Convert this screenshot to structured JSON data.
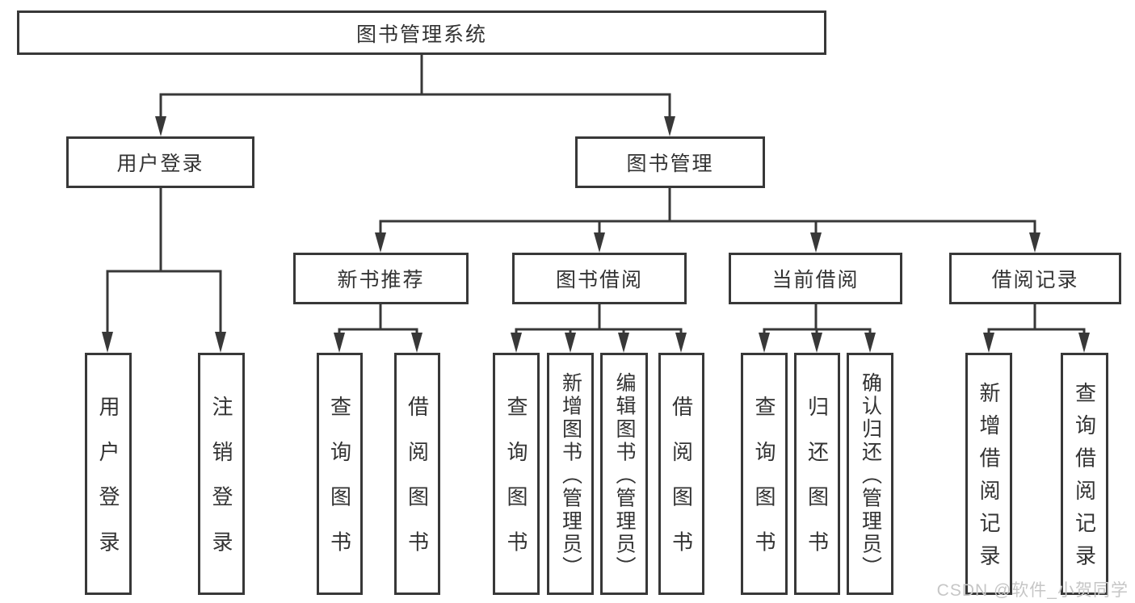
{
  "tree": {
    "label": "图书管理系统",
    "children": [
      {
        "label": "用户登录",
        "children": [
          {
            "label": "用户登录"
          },
          {
            "label": "注销登录"
          }
        ]
      },
      {
        "label": "图书管理",
        "children": [
          {
            "label": "新书推荐",
            "children": [
              {
                "label": "查询图书"
              },
              {
                "label": "借阅图书"
              }
            ]
          },
          {
            "label": "图书借阅",
            "children": [
              {
                "label": "查询图书"
              },
              {
                "label": "新增图书（管理员）"
              },
              {
                "label": "编辑图书（管理员）"
              },
              {
                "label": "借阅图书"
              }
            ]
          },
          {
            "label": "当前借阅",
            "children": [
              {
                "label": "查询图书"
              },
              {
                "label": "归还图书"
              },
              {
                "label": "确认归还（管理员）"
              }
            ]
          },
          {
            "label": "借阅记录",
            "children": [
              {
                "label": "新增借阅记录"
              },
              {
                "label": "查询借阅记录"
              }
            ]
          }
        ]
      }
    ]
  },
  "watermark": {
    "text": "CSDN @软件_小贺同学"
  },
  "colors": {
    "line": "#383838",
    "box_border": "#383838",
    "text": "#333333",
    "watermark": "#c6c6c6",
    "background": "#ffffff"
  }
}
